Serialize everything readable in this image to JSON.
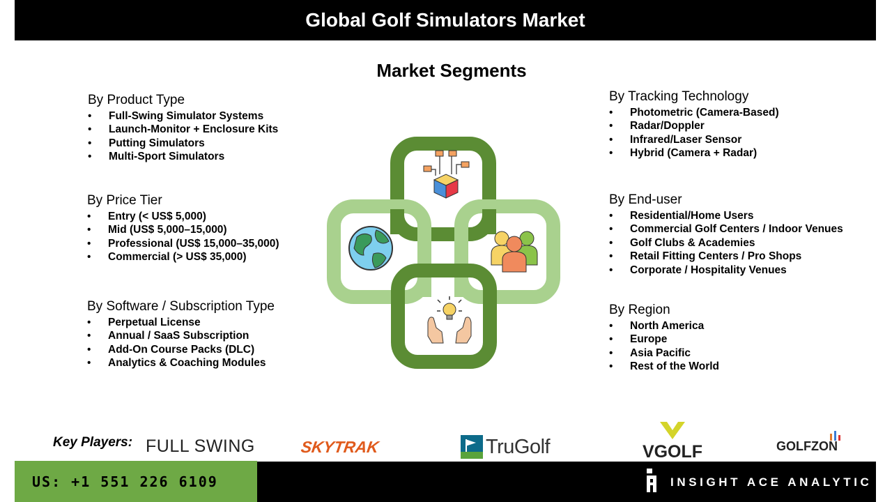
{
  "page_title": "Global Golf Simulators Market",
  "subtitle": "Market Segments",
  "segments": {
    "product_type": {
      "heading": "By Product Type",
      "items": [
        "Full-Swing Simulator Systems",
        "Launch-Monitor + Enclosure Kits",
        "Putting Simulators",
        "Multi-Sport Simulators"
      ]
    },
    "price_tier": {
      "heading": "By Price Tier",
      "items": [
        "Entry (< US$ 5,000)",
        "Mid (US$ 5,000–15,000)",
        "Professional (US$ 15,000–35,000)",
        "Commercial (> US$ 35,000)"
      ]
    },
    "software": {
      "heading": "By Software / Subscription Type",
      "items": [
        "Perpetual License",
        "Annual / SaaS Subscription",
        "Add-On Course Packs (DLC)",
        "Analytics & Coaching Modules"
      ]
    },
    "tracking": {
      "heading": "By Tracking Technology",
      "items": [
        "Photometric (Camera-Based)",
        "Radar/Doppler",
        "Infrared/Laser Sensor",
        "Hybrid (Camera + Radar)"
      ]
    },
    "end_user": {
      "heading": "By End-user",
      "items": [
        "Residential/Home Users",
        "Commercial Golf Centers / Indoor Venues",
        "Golf Clubs & Academies",
        "Retail Fitting Centers / Pro Shops",
        "Corporate / Hospitality Venues"
      ]
    },
    "region": {
      "heading": "By Region",
      "items": [
        "North America",
        "Europe",
        "Asia Pacific",
        "Rest of the World"
      ]
    }
  },
  "key_players": {
    "label": "Key Players:",
    "logos": [
      "FULL SWING",
      "SKYTRAK",
      "TruGolf",
      "VGOLF",
      "GOLFZON"
    ]
  },
  "footer": {
    "phone": "US: +1 551 226 6109",
    "brand": "INSIGHT ACE ANALYTIC"
  },
  "colors": {
    "dark_green": "#5b8c34",
    "light_green": "#a9d18e",
    "footer_green": "#6ea945",
    "skytrak_orange": "#e05a1c",
    "vgolf_yellow": "#d4d42a"
  },
  "icons": [
    "cube-network-icon",
    "globe-icon",
    "people-group-icon",
    "idea-hands-icon"
  ]
}
